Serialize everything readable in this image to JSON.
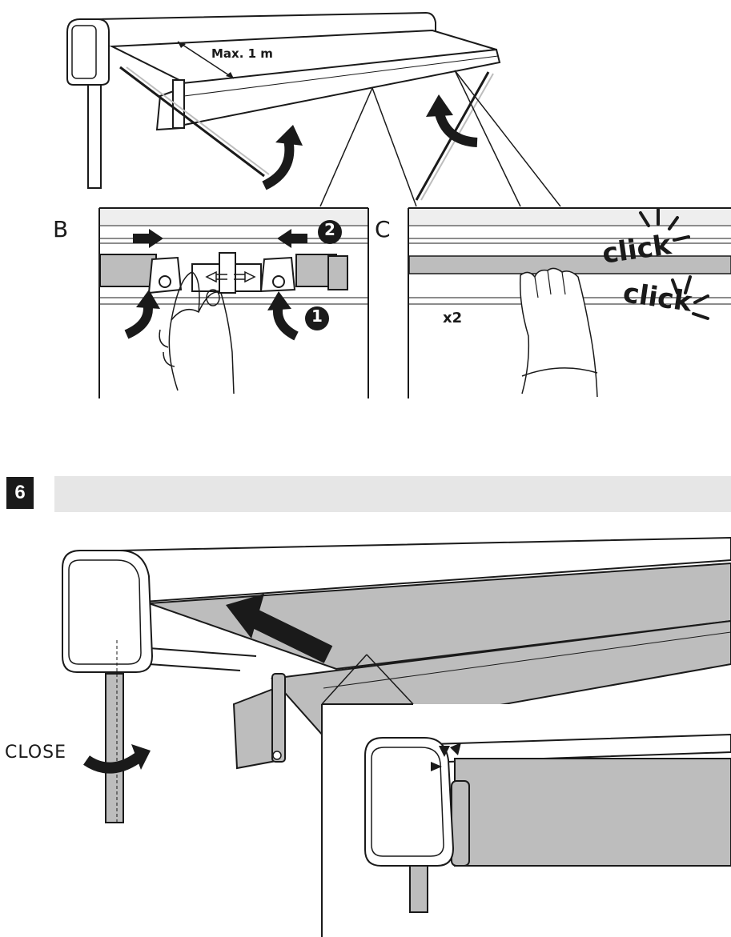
{
  "top": {
    "dimension_label": "Max. 1 m"
  },
  "panel_b": {
    "label": "B",
    "marker_1": "1",
    "marker_2": "2"
  },
  "panel_c": {
    "label": "C",
    "multiplier": "x2",
    "sound_1": "click",
    "sound_2": "click"
  },
  "step": {
    "number": "6"
  },
  "close_label": "CLOSE",
  "colors": {
    "ink": "#1a1a1a",
    "fabric": "#bdbdbd",
    "bar": "#e6e6e6"
  }
}
